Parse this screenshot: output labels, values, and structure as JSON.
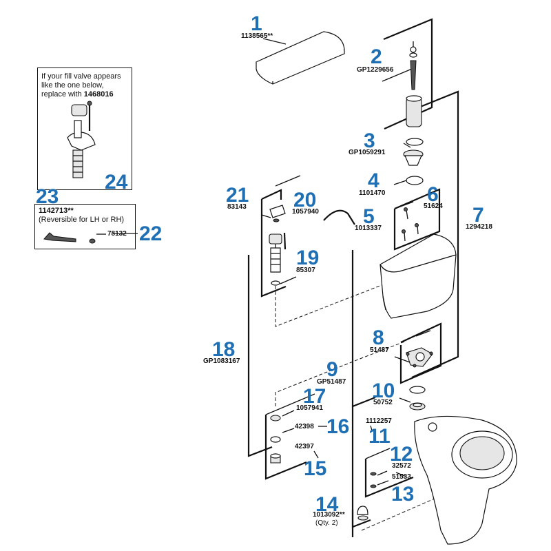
{
  "inset_fill_valve": {
    "note_line1": "If your fill valve appears",
    "note_line2": "like the one below,",
    "note_line3": "replace with ",
    "note_part": "1468016",
    "callout": "24"
  },
  "inset_trip_lever": {
    "callout_top": "23",
    "part": "1142713**",
    "note": "(Reversible for LH or RH)",
    "nut_part": "78132",
    "callout": "22"
  },
  "parts": [
    {
      "key": "1",
      "callout": "1",
      "number": "1138565**"
    },
    {
      "key": "2",
      "callout": "2",
      "number": "GP1229656"
    },
    {
      "key": "3",
      "callout": "3",
      "number": "GP1059291"
    },
    {
      "key": "4",
      "callout": "4",
      "number": "1101470"
    },
    {
      "key": "5",
      "callout": "5",
      "number": "1013337"
    },
    {
      "key": "6",
      "callout": "6",
      "number": "51624"
    },
    {
      "key": "7",
      "callout": "7",
      "number": "1294218"
    },
    {
      "key": "8",
      "callout": "8",
      "number": "51487"
    },
    {
      "key": "9",
      "callout": "9",
      "number": "GP51487"
    },
    {
      "key": "10",
      "callout": "10",
      "number": "50752"
    },
    {
      "key": "11",
      "callout": "11",
      "number": "1112257"
    },
    {
      "key": "12",
      "callout": "12",
      "number": "32572"
    },
    {
      "key": "13",
      "callout": "13",
      "number": "51533"
    },
    {
      "key": "14",
      "callout": "14",
      "number": "1013092**",
      "qty": "(Qty. 2)"
    },
    {
      "key": "15",
      "callout": "15",
      "number": "42397"
    },
    {
      "key": "16",
      "callout": "16",
      "number": "42398"
    },
    {
      "key": "17",
      "callout": "17",
      "number": "1057941"
    },
    {
      "key": "18",
      "callout": "18",
      "number": "GP1083167"
    },
    {
      "key": "19",
      "callout": "19",
      "number": "85307"
    },
    {
      "key": "20",
      "callout": "20",
      "number": "1057940"
    },
    {
      "key": "21",
      "callout": "21",
      "number": "83143"
    }
  ],
  "colors": {
    "callout": "#1f6fb5",
    "line": "#111111",
    "shade": "#e6e6e6"
  }
}
